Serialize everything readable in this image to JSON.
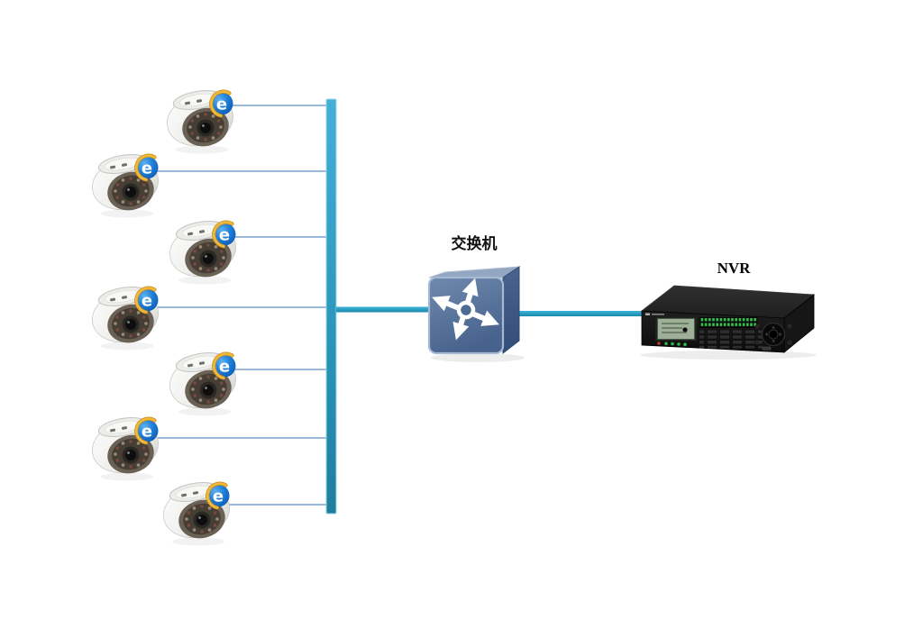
{
  "diagram": {
    "type": "network-topology",
    "background": "#ffffff"
  },
  "labels": {
    "switch": "交换机",
    "nvr": "NVR"
  },
  "ie_logo": {
    "letter": "e"
  },
  "cameras": {
    "count": 7
  },
  "colors": {
    "bus_gradient_top": "#44B0D8",
    "bus_gradient_bottom": "#1E7E9D",
    "trunk_line_top": "#3AB2DA",
    "trunk_line_bottom": "#1B88A9",
    "camera_link": "#7BA0CD",
    "switch_front": "#4E6B94",
    "switch_top": "#93A7C3",
    "switch_side": "#3C5880",
    "switch_arrows": "#FFFFFF",
    "nvr_top": "#2A2A2A",
    "nvr_front": "#121212",
    "nvr_lcd": "#9FB098",
    "nvr_led": "#35C04F",
    "camera_body": "#F4F4F2",
    "ie_blue": "#1573CF",
    "ie_swoosh": "#F0B93C",
    "label_text": "#111111"
  }
}
